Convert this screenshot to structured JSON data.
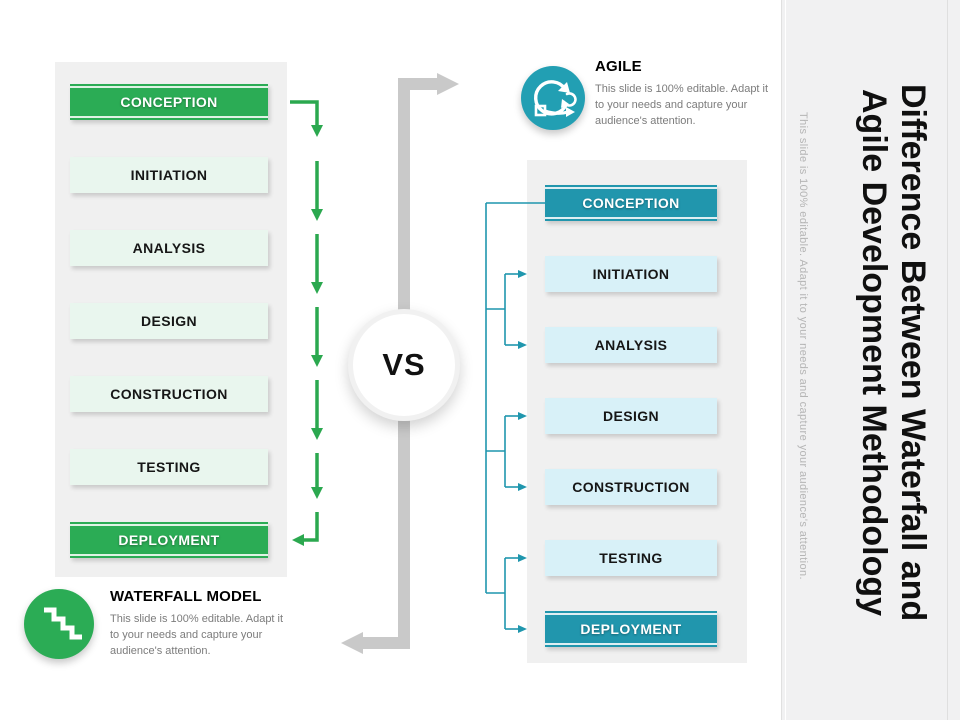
{
  "title": {
    "line1": "Difference Between Waterfall and",
    "line2": "Agile Development Methodology"
  },
  "sidebar": {
    "note": "This slide is 100% editable. Adapt it to your needs and capture your audience's attention."
  },
  "center": {
    "vs_label": "VS"
  },
  "waterfall": {
    "heading": "WATERFALL MODEL",
    "description": "This slide is 100% editable. Adapt it to your needs and capture your audience's attention.",
    "icon": "staircase-waterfall-icon",
    "stages": [
      {
        "label": "CONCEPTION",
        "solid": true
      },
      {
        "label": "INITIATION",
        "solid": false
      },
      {
        "label": "ANALYSIS",
        "solid": false
      },
      {
        "label": "DESIGN",
        "solid": false
      },
      {
        "label": "CONSTRUCTION",
        "solid": false
      },
      {
        "label": "TESTING",
        "solid": false
      },
      {
        "label": "DEPLOYMENT",
        "solid": true
      }
    ]
  },
  "agile": {
    "heading": "AGILE",
    "description": "This slide is 100% editable. Adapt it to your needs and capture your audience's attention.",
    "icon": "agile-cycle-icon",
    "stages": [
      {
        "label": "CONCEPTION",
        "solid": true
      },
      {
        "label": "INITIATION",
        "solid": false
      },
      {
        "label": "ANALYSIS",
        "solid": false
      },
      {
        "label": "DESIGN",
        "solid": false
      },
      {
        "label": "CONSTRUCTION",
        "solid": false
      },
      {
        "label": "TESTING",
        "solid": false
      },
      {
        "label": "DEPLOYMENT",
        "solid": true
      }
    ]
  },
  "colors": {
    "waterfall_solid": "#2bac55",
    "waterfall_light": "#e9f6ee",
    "agile_solid": "#2196ad",
    "agile_light": "#d8f1f8",
    "agile_icon": "#229fb3",
    "arrow_green": "#2ba84f",
    "arrow_gray": "#c9c9c9",
    "bracket_teal": "#1f96ad",
    "panel_bg": "#f0f0f0",
    "sidebar_bg": "#f1f1f2"
  }
}
